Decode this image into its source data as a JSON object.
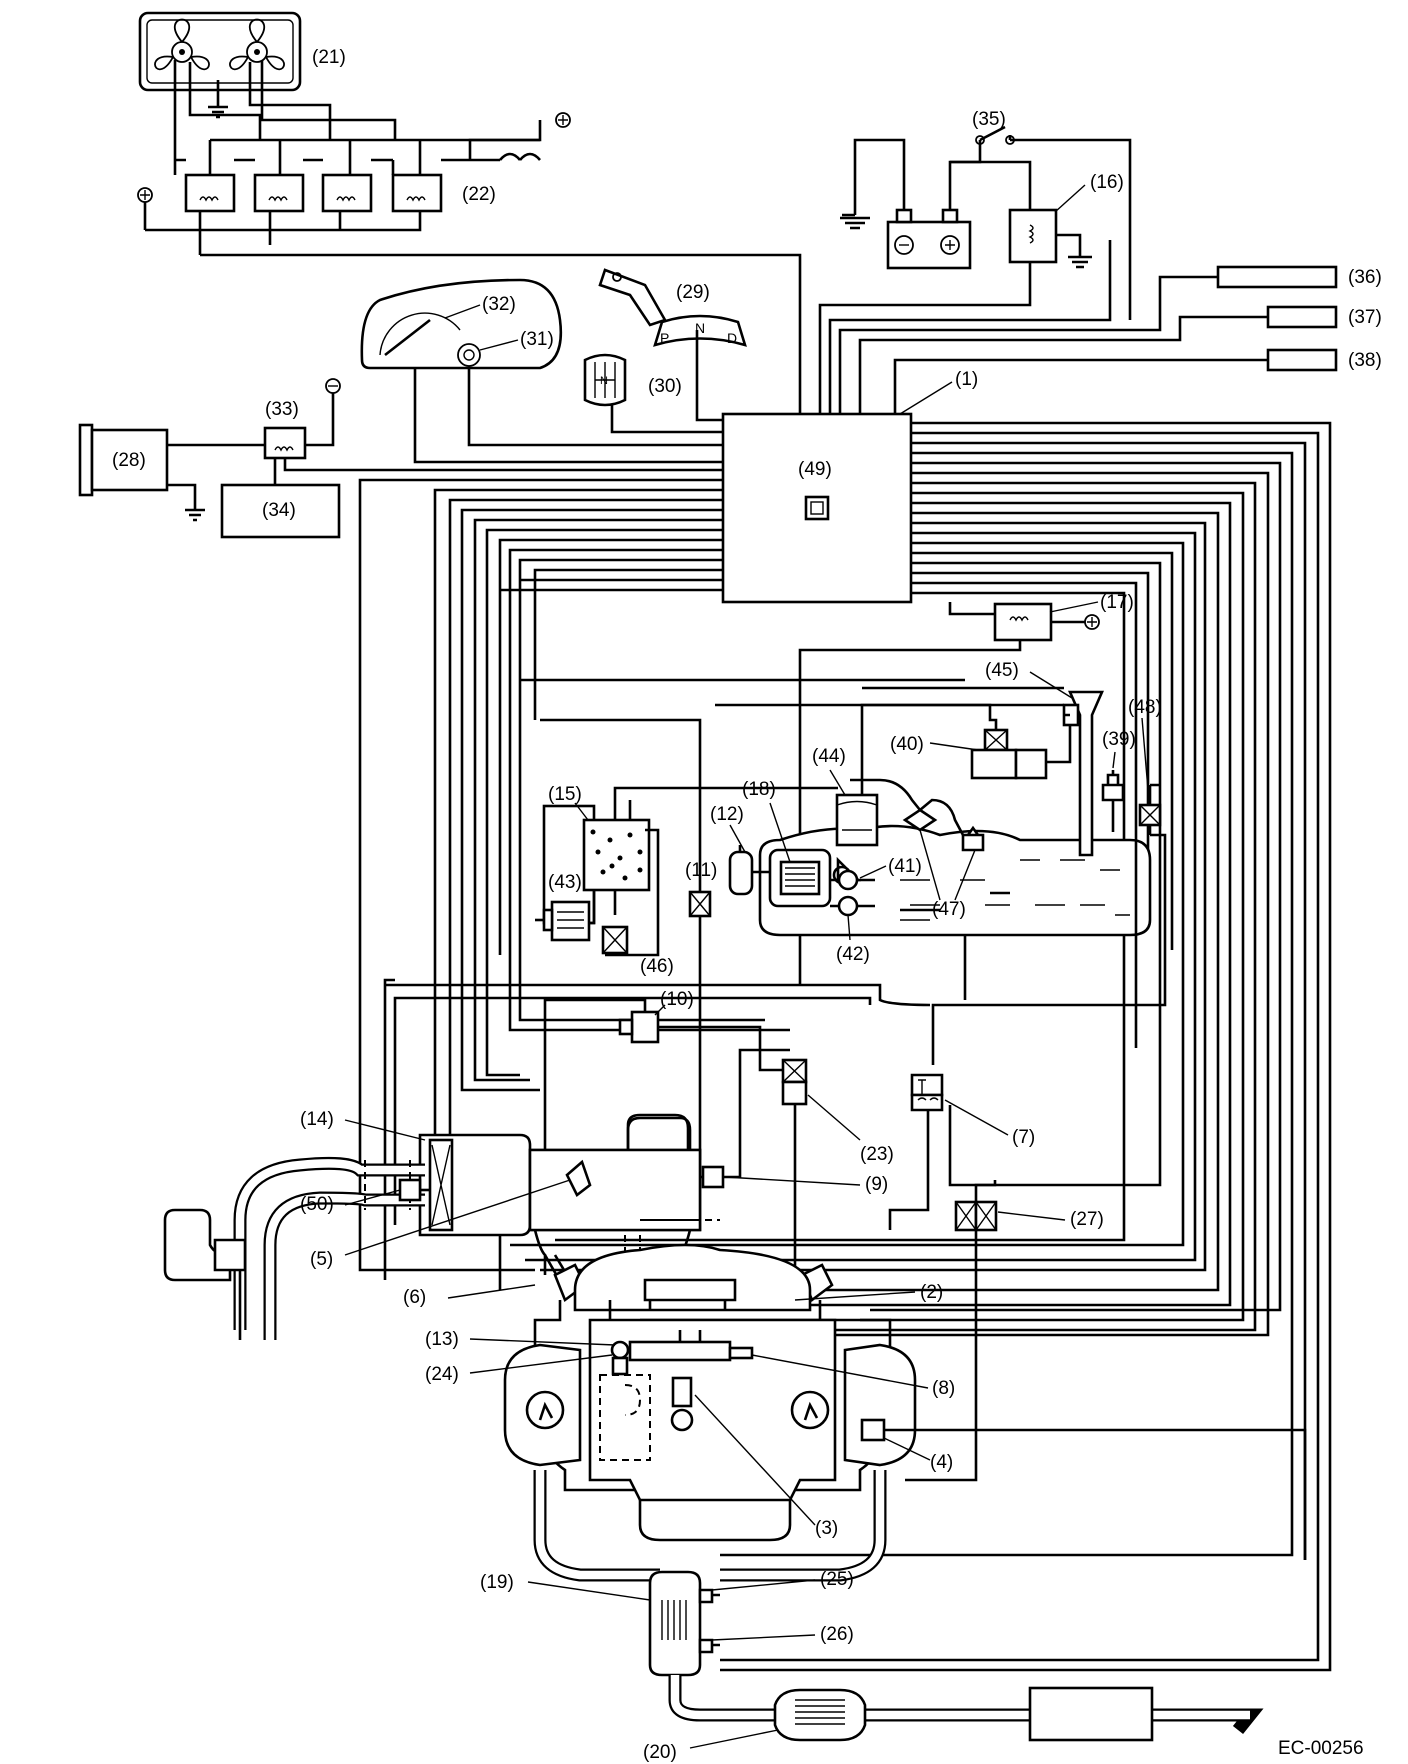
{
  "doc_code": "EC-00256",
  "labels": {
    "l1": "(1)",
    "l2": "(2)",
    "l3": "(3)",
    "l4": "(4)",
    "l5": "(5)",
    "l6": "(6)",
    "l7": "(7)",
    "l8": "(8)",
    "l9": "(9)",
    "l10": "(10)",
    "l11": "(11)",
    "l12": "(12)",
    "l13": "(13)",
    "l14": "(14)",
    "l15": "(15)",
    "l16": "(16)",
    "l17": "(17)",
    "l18": "(18)",
    "l19": "(19)",
    "l20": "(20)",
    "l21": "(21)",
    "l22": "(22)",
    "l23": "(23)",
    "l24": "(24)",
    "l25": "(25)",
    "l26": "(26)",
    "l27": "(27)",
    "l28": "(28)",
    "l29": "(29)",
    "l30": "(30)",
    "l31": "(31)",
    "l32": "(32)",
    "l33": "(33)",
    "l34": "(34)",
    "l35": "(35)",
    "l36": "(36)",
    "l37": "(37)",
    "l38": "(38)",
    "l39": "(39)",
    "l40": "(40)",
    "l41": "(41)",
    "l42": "(42)",
    "l43": "(43)",
    "l44": "(44)",
    "l45": "(45)",
    "l46": "(46)",
    "l47": "(47)",
    "l48": "(48)",
    "l49": "(49)",
    "l50": "(50)"
  },
  "gear_selector": {
    "p": "P",
    "n": "N",
    "d": "D"
  },
  "neutral_pattern": "N",
  "icons": [
    "ground-icon",
    "battery-positive-icon",
    "battery-negative-icon",
    "plus-terminal-icon",
    "relay-coil-icon",
    "fan-icon"
  ]
}
